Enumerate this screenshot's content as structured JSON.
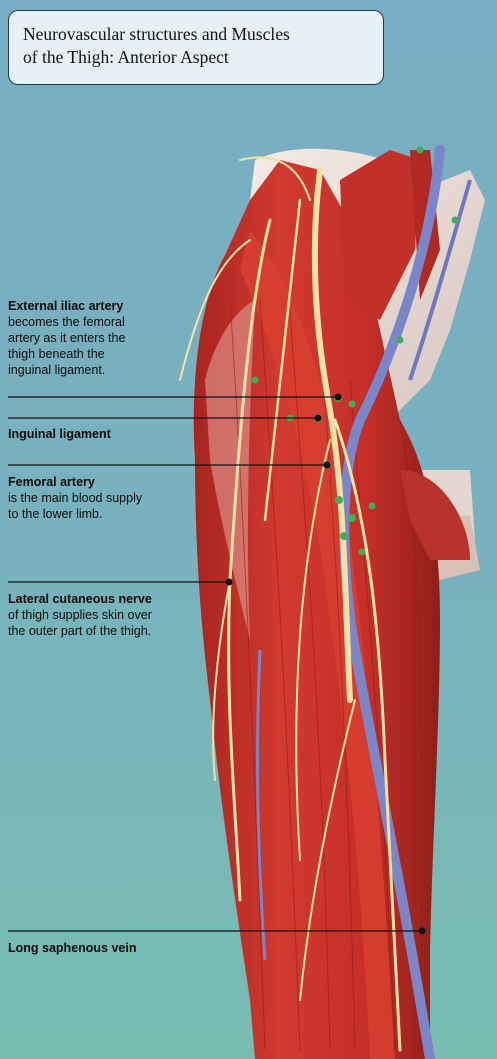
{
  "title": {
    "line1": "Neurovascular structures and Muscles",
    "line2": "of the Thigh: Anterior Aspect"
  },
  "labels": {
    "external_iliac": {
      "heading": "External iliac artery",
      "lines": [
        "becomes the femoral",
        "artery as it enters the",
        "thigh beneath the",
        "inguinal ligament."
      ]
    },
    "inguinal": {
      "heading": "Inguinal ligament"
    },
    "femoral": {
      "heading": "Femoral artery",
      "lines": [
        "is the main blood supply",
        "to the lower limb."
      ]
    },
    "lateral_cutaneous": {
      "heading": "Lateral cutaneous nerve",
      "lines": [
        "of thigh supplies skin over",
        "the outer part of the thigh."
      ]
    },
    "saphenous": {
      "heading": "Long saphenous vein"
    }
  },
  "colors": {
    "muscle": "#c8322b",
    "muscle_dark": "#8e1c19",
    "nerve": "#efe2a6",
    "vein": "#7a86c8",
    "node": "#3fae5a",
    "bone": "#e9d9d2"
  }
}
